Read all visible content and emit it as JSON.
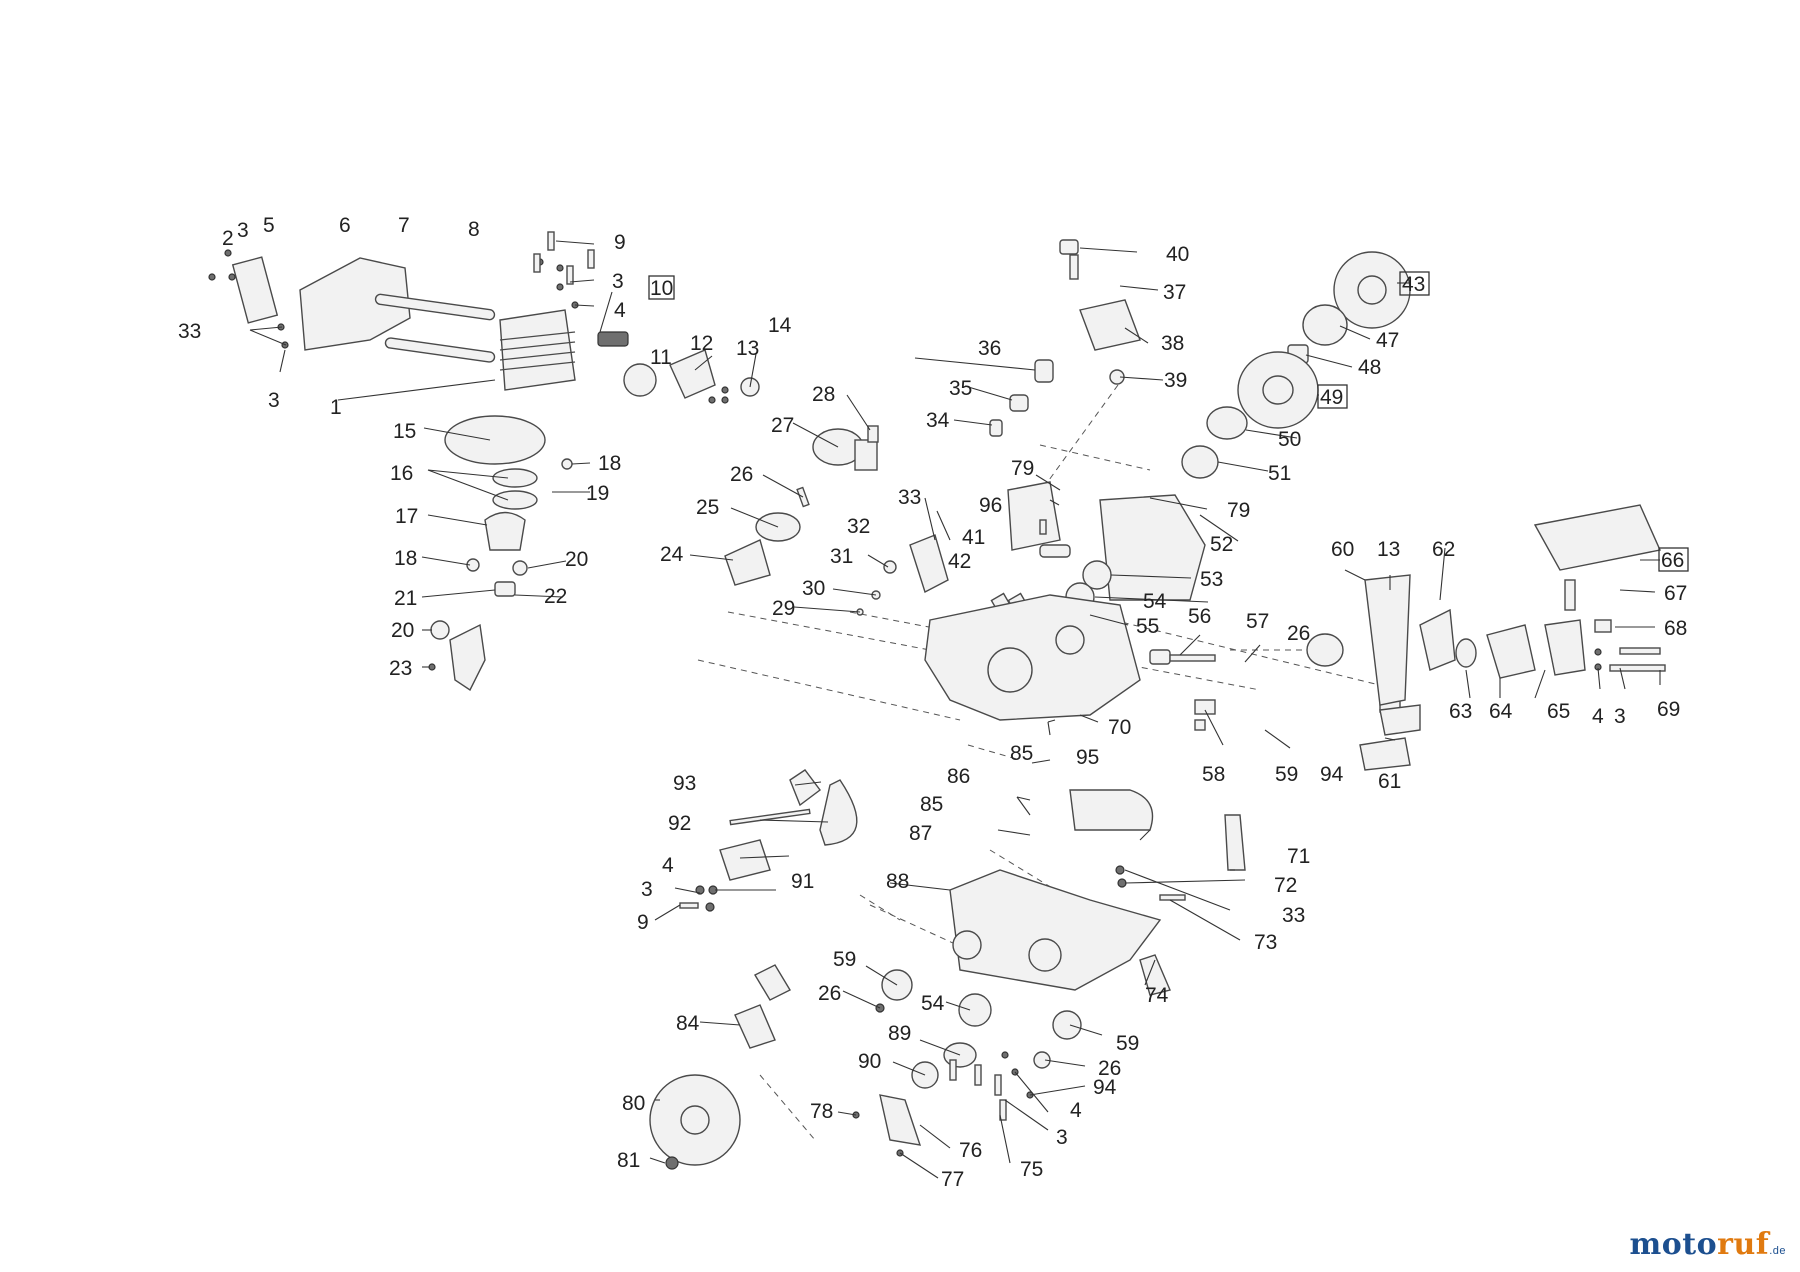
{
  "brand": {
    "name_part1": "moto",
    "name_part2": "ruf",
    "tld": ".de"
  },
  "labels": {
    "p1": "1",
    "p2": "2",
    "p3a": "3",
    "p3b": "3",
    "p3c": "3",
    "p3d": "3",
    "p3e": "3",
    "p3f": "3",
    "p4a": "4",
    "p4b": "4",
    "p4c": "4",
    "p4d": "4",
    "p5": "5",
    "p6": "6",
    "p7": "7",
    "p8": "8",
    "p9a": "9",
    "p9b": "9",
    "p10": "10",
    "p11": "11",
    "p12": "12",
    "p13a": "13",
    "p13b": "13",
    "p14": "14",
    "p15": "15",
    "p16": "16",
    "p17": "17",
    "p18a": "18",
    "p18b": "18",
    "p19": "19",
    "p20a": "20",
    "p20b": "20",
    "p21": "21",
    "p22": "22",
    "p23": "23",
    "p24": "24",
    "p25": "25",
    "p26a": "26",
    "p26b": "26",
    "p26c": "26",
    "p26d": "26",
    "p27": "27",
    "p28": "28",
    "p29": "29",
    "p30": "30",
    "p31": "31",
    "p32": "32",
    "p33a": "33",
    "p33b": "33",
    "p33c": "33",
    "p34": "34",
    "p35": "35",
    "p36": "36",
    "p37": "37",
    "p38": "38",
    "p39": "39",
    "p40": "40",
    "p41": "41",
    "p42": "42",
    "p43": "43",
    "p47": "47",
    "p48": "48",
    "p49": "49",
    "p50": "50",
    "p51": "51",
    "p52": "52",
    "p53": "53",
    "p54a": "54",
    "p54b": "54",
    "p55": "55",
    "p56": "56",
    "p57": "57",
    "p58": "58",
    "p59a": "59",
    "p59b": "59",
    "p59c": "59",
    "p60": "60",
    "p61": "61",
    "p62": "62",
    "p63": "63",
    "p64": "64",
    "p65": "65",
    "p66": "66",
    "p67": "67",
    "p68": "68",
    "p69": "69",
    "p70": "70",
    "p71": "71",
    "p72": "72",
    "p73": "73",
    "p74": "74",
    "p75": "75",
    "p76": "76",
    "p77": "77",
    "p78": "78",
    "p79a": "79",
    "p79b": "79",
    "p80": "80",
    "p81": "81",
    "p84": "84",
    "p85a": "85",
    "p85b": "85",
    "p86": "86",
    "p87": "87",
    "p88": "88",
    "p89": "89",
    "p90": "90",
    "p91": "91",
    "p92": "92",
    "p93": "93",
    "p94a": "94",
    "p94b": "94",
    "p95": "95",
    "p96": "96"
  }
}
